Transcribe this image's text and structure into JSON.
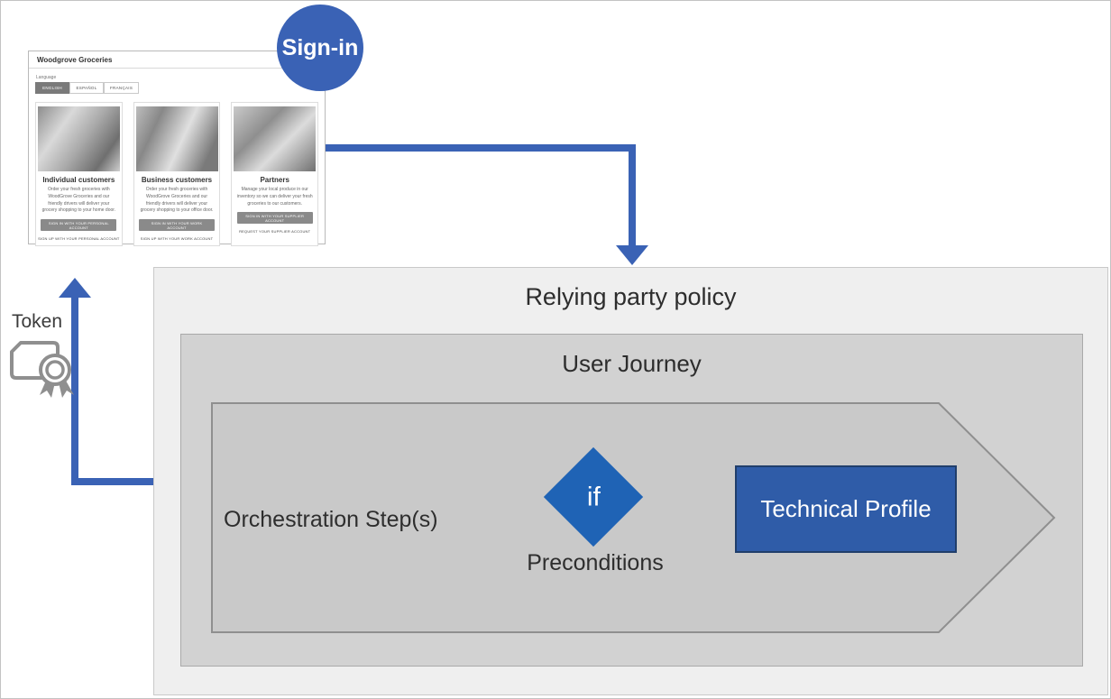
{
  "diagram": {
    "signin_label": "Sign-in",
    "token_label": "Token",
    "relying_party_title": "Relying party policy",
    "user_journey_title": "User Journey",
    "orchestration_label": "Orchestration Step(s)",
    "if_label": "if",
    "preconditions_label": "Preconditions",
    "technical_profile_label": "Technical Profile",
    "colors": {
      "arrow_blue": "#3a62b5",
      "diamond_blue": "#1f63b5",
      "technical_profile_blue": "#2f5ca8",
      "relying_party_fill": "#efefef",
      "user_journey_fill": "#d2d2d2",
      "chevron_fill": "#c9c9c9"
    }
  },
  "browser": {
    "title": "Woodgrove Groceries",
    "language_label": "Language",
    "languages": [
      {
        "label": "ENGLISH",
        "selected": true
      },
      {
        "label": "ESPAÑOL",
        "selected": false
      },
      {
        "label": "FRANÇAIS",
        "selected": false
      }
    ],
    "cards": [
      {
        "title": "Individual customers",
        "description": "Order your fresh groceries with WoodGrove Groceries and our friendly drivers will deliver your grocery shopping to your home door.",
        "button": "SIGN IN WITH YOUR PERSONAL ACCOUNT",
        "link": "SIGN UP WITH YOUR PERSONAL ACCOUNT"
      },
      {
        "title": "Business customers",
        "description": "Order your fresh groceries with WoodGrove Groceries and our friendly drivers will deliver your grocery shopping to your office door.",
        "button": "SIGN IN WITH YOUR WORK ACCOUNT",
        "link": "SIGN UP WITH YOUR WORK ACCOUNT"
      },
      {
        "title": "Partners",
        "description": "Manage your local produce in our inventory so we can deliver your fresh groceries to our customers.",
        "button": "SIGN IN WITH YOUR SUPPLIER ACCOUNT",
        "link": "REQUEST YOUR SUPPLIER ACCOUNT"
      }
    ]
  }
}
